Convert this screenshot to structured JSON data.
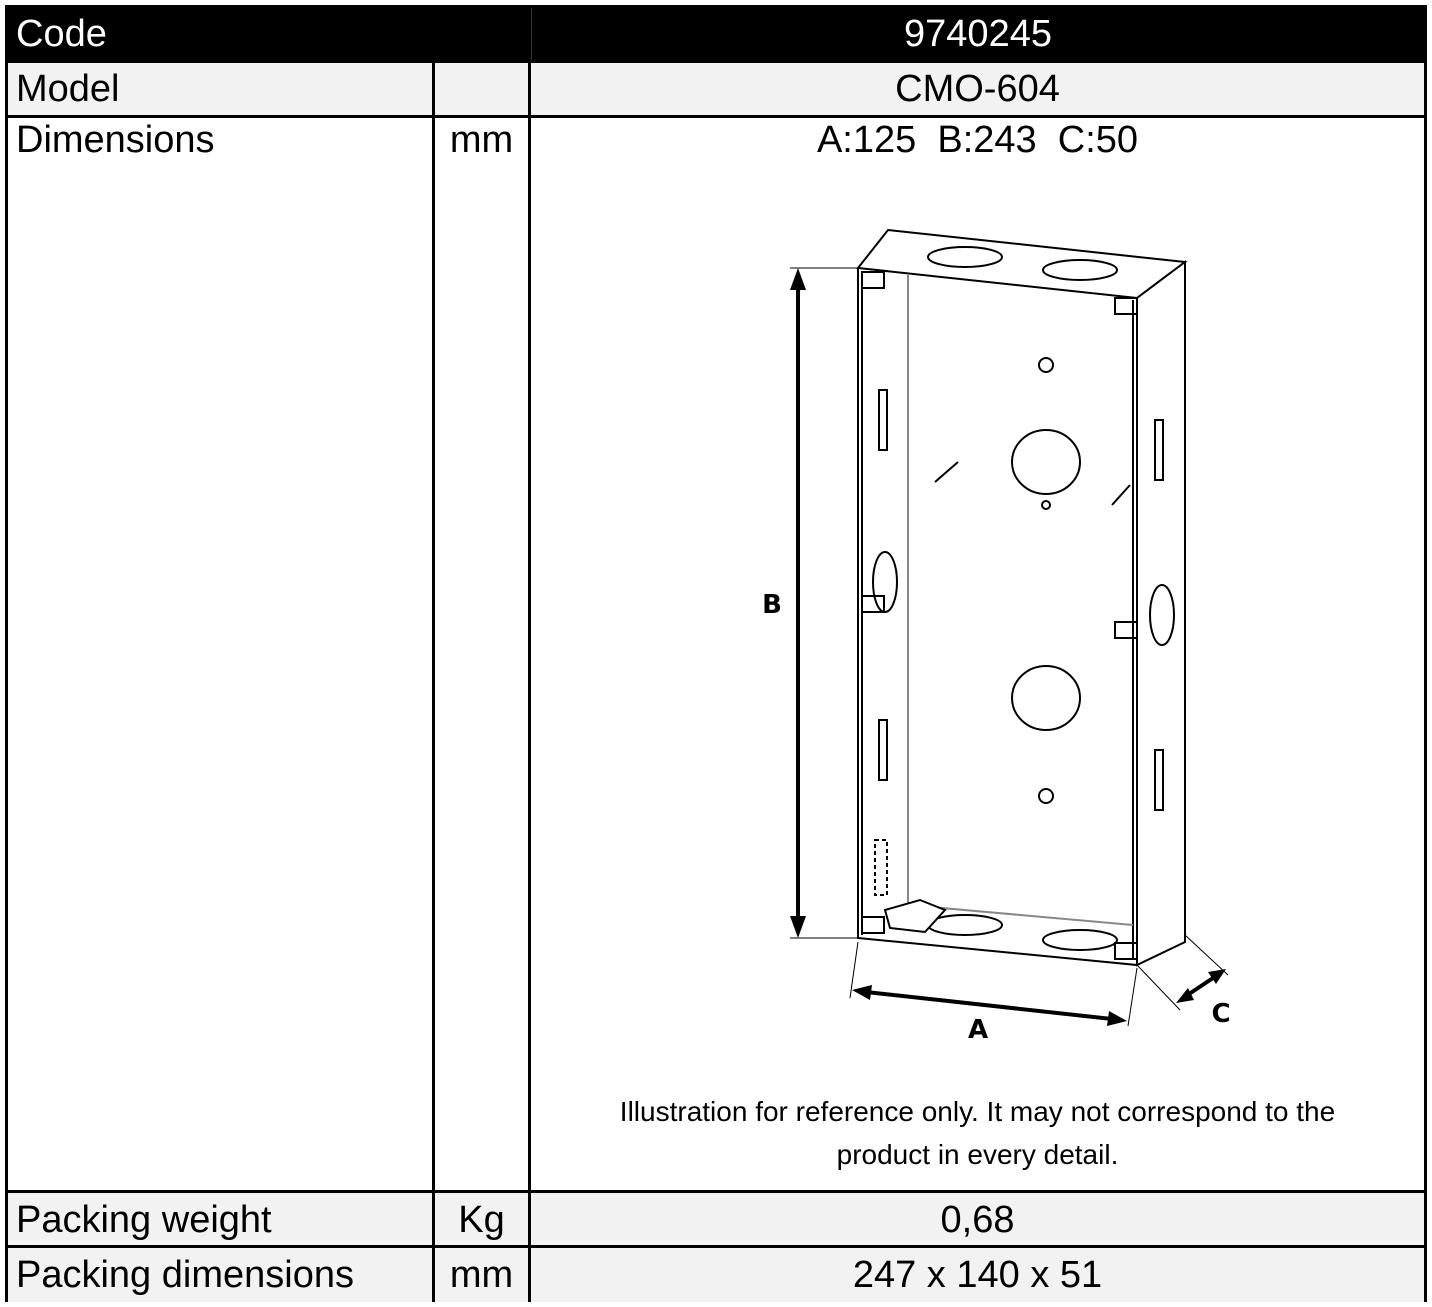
{
  "rows": {
    "code": {
      "label": "Code",
      "unit": "",
      "value": "9740245"
    },
    "model": {
      "label": "Model",
      "unit": "",
      "value": "CMO-604"
    },
    "dimensions": {
      "label": "Dimensions",
      "unit": "mm",
      "value": "A:125  B:243  C:50"
    },
    "packing_weight": {
      "label": "Packing weight",
      "unit": "Kg",
      "value": "0,68"
    },
    "packing_dimensions": {
      "label": "Packing dimensions",
      "unit": "mm",
      "value": "247 x 140 x 51"
    }
  },
  "illustration": {
    "labels": {
      "a": "A",
      "b": "B",
      "c": "C"
    },
    "caption_line1": "Illustration for reference only. It may not correspond to the",
    "caption_line2": "product in every detail."
  }
}
